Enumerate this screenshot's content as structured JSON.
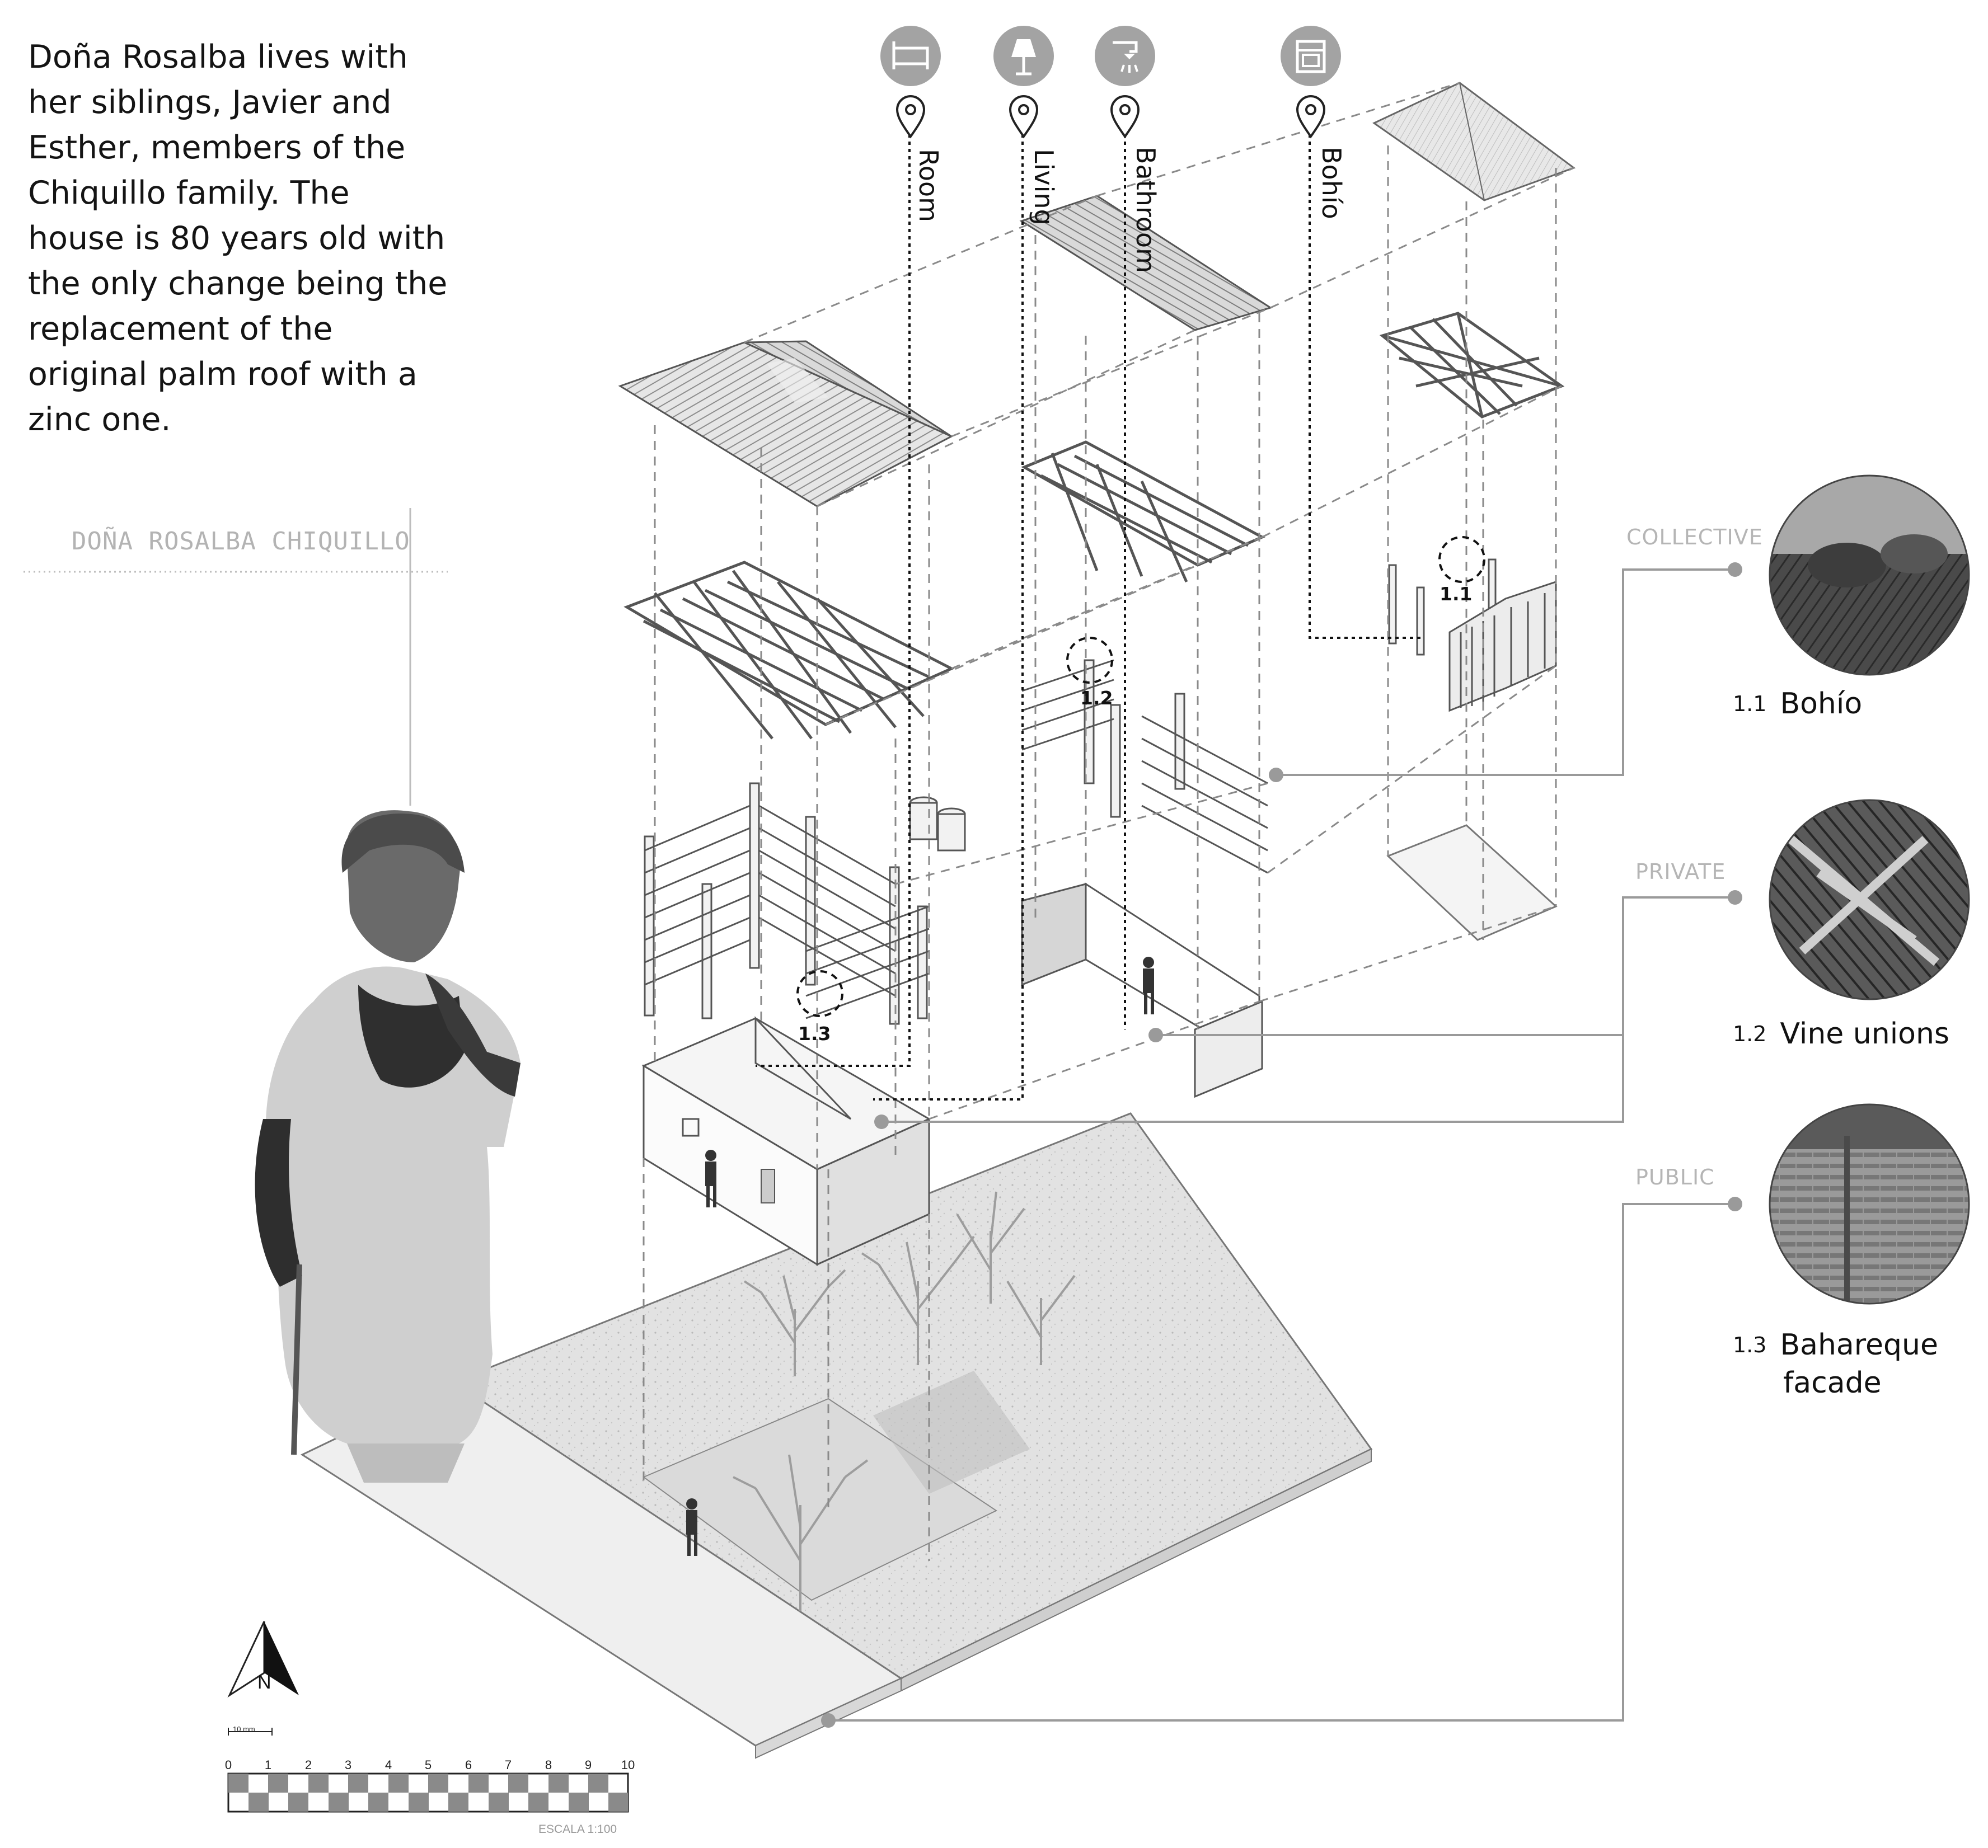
{
  "intro_text": "Doña Rosalba lives with her siblings, Javier and Esther, members of the Chiquillo family. The house is 80 years old with the only change being the replacement of the original palm roof with a zinc one.",
  "person_name": "DOÑA ROSALBA CHIQUILLO",
  "spaces": [
    {
      "label": "Room",
      "icon": "bed-icon"
    },
    {
      "label": "Living",
      "icon": "lamp-icon"
    },
    {
      "label": "Bathroom",
      "icon": "shower-icon"
    },
    {
      "label": "Bohío",
      "icon": "stove-icon"
    }
  ],
  "callouts": [
    "1.1",
    "1.2",
    "1.3"
  ],
  "levels": [
    "COLLECTIVE",
    "PRIVATE",
    "PUBLIC"
  ],
  "cases": [
    {
      "number": "1.1",
      "name": "Bohío"
    },
    {
      "number": "1.2",
      "name": "Vine unions"
    },
    {
      "number": "1.3",
      "name": "Bahareque",
      "name_line2": "facade"
    }
  ],
  "north_label": "N",
  "scale": {
    "unit_label": "10 mm",
    "ticks": [
      "0",
      "1",
      "2",
      "3",
      "4",
      "5",
      "6",
      "7",
      "8",
      "9",
      "10"
    ],
    "name": "ESCALA 1:100"
  },
  "colors": {
    "line": "#555555",
    "dashed": "#8a8a8a",
    "connector": "#9a9a9a",
    "icon_fill": "#a3a3a3",
    "wall": "#f2f2f2",
    "ground": "#e4e4e4",
    "level_text": "#b5b5b5"
  }
}
